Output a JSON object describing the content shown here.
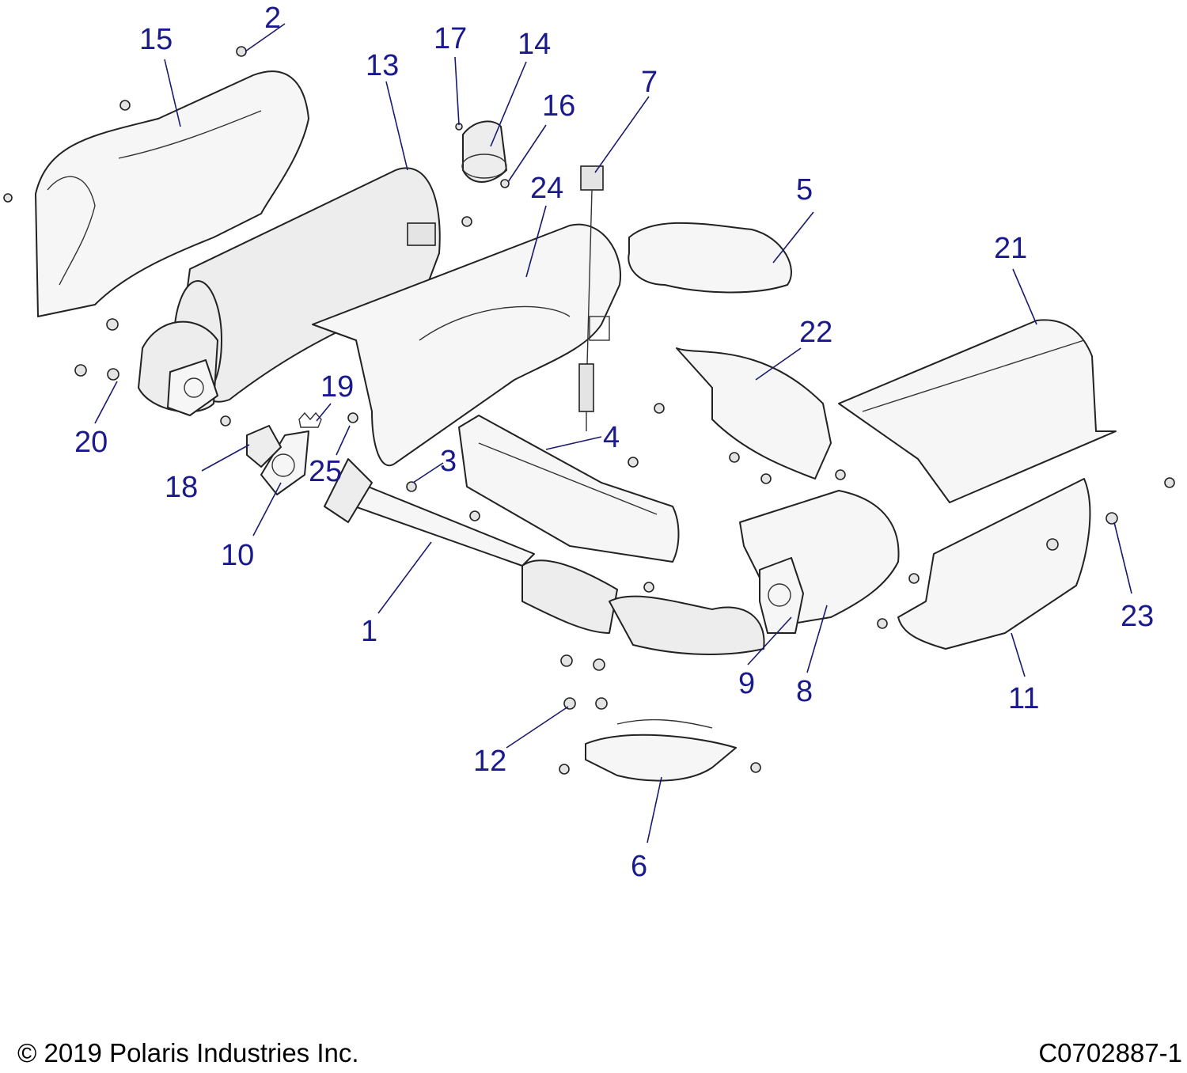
{
  "callouts": {
    "c1": "1",
    "c2": "2",
    "c3": "3",
    "c4": "4",
    "c5": "5",
    "c6": "6",
    "c7": "7",
    "c8": "8",
    "c9": "9",
    "c10": "10",
    "c11": "11",
    "c12": "12",
    "c13": "13",
    "c14": "14",
    "c15": "15",
    "c16": "16",
    "c17": "17",
    "c18": "18",
    "c19": "19",
    "c20": "20",
    "c21": "21",
    "c22": "22",
    "c23": "23",
    "c24": "24",
    "c25": "25"
  },
  "footer": {
    "copyright": "© 2019 Polaris Industries Inc.",
    "drawing_number": "C0702887-1"
  }
}
